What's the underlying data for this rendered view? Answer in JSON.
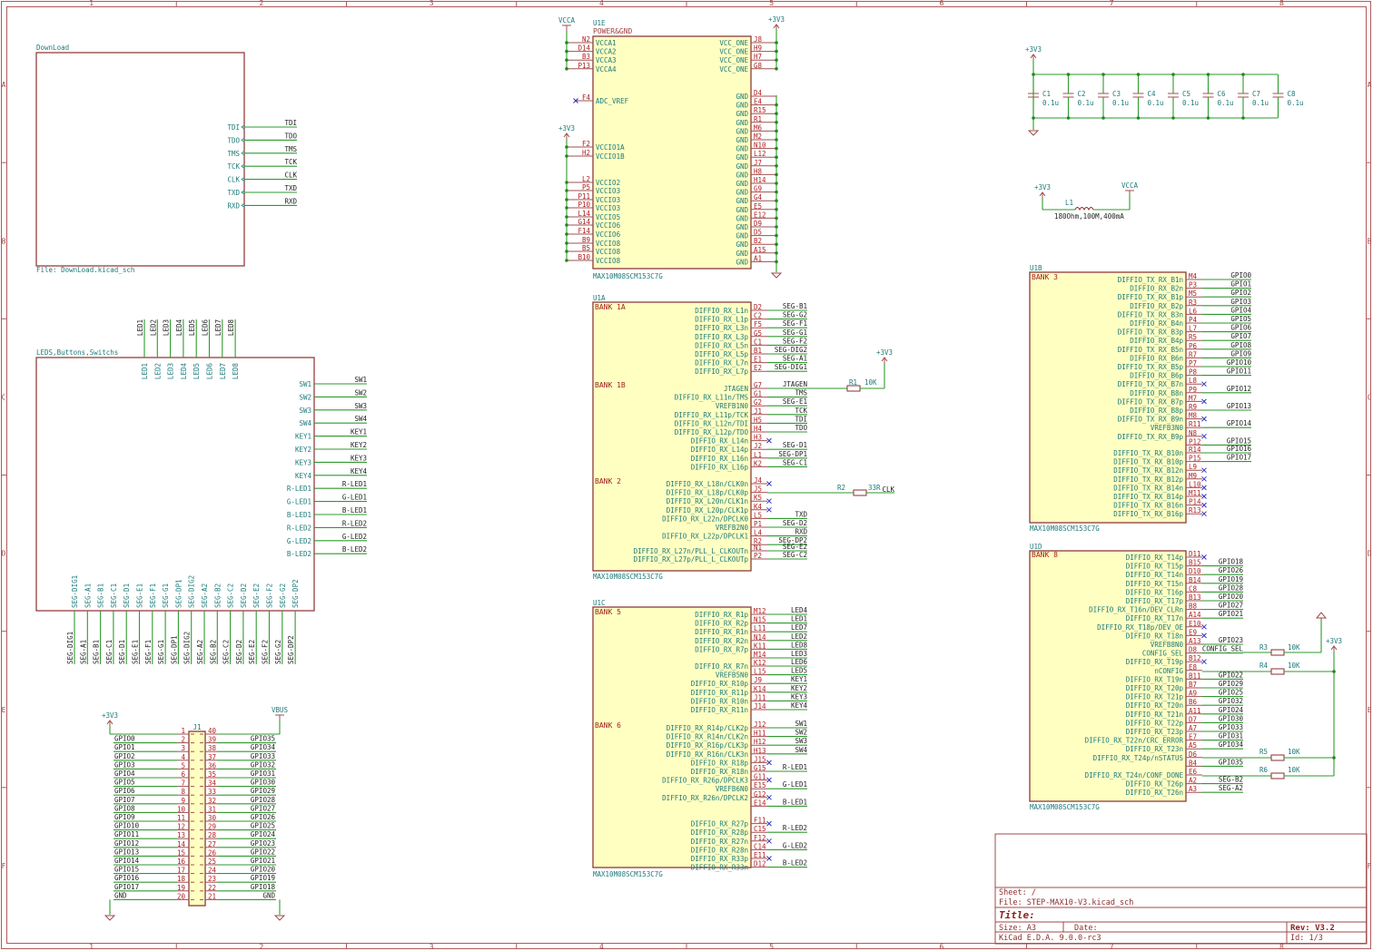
{
  "frame": {
    "columns": [
      "1",
      "2",
      "3",
      "4",
      "5",
      "6",
      "7",
      "8"
    ],
    "rows": [
      "A",
      "B",
      "C",
      "D",
      "E",
      "F"
    ]
  },
  "download_sheet": {
    "name": "DownLoad",
    "file": "File: DownLoad.kicad_sch",
    "pins": [
      "TDI",
      "TDO",
      "TMS",
      "TCK",
      "CLK",
      "TXD",
      "RXD"
    ],
    "nets": [
      "TDI",
      "TDO",
      "TMS",
      "TCK",
      "CLK",
      "TXD",
      "RXD"
    ]
  },
  "leds_sheet": {
    "name": "LEDS,Buttons,Switchs",
    "top_pins": [
      "LED1",
      "LED2",
      "LED3",
      "LED4",
      "LED5",
      "LED6",
      "LED7",
      "LED8"
    ],
    "right_pins": [
      "SW1",
      "SW2",
      "SW3",
      "SW4",
      "KEY1",
      "KEY2",
      "KEY3",
      "KEY4",
      "R-LED1",
      "G-LED1",
      "B-LED1",
      "R-LED2",
      "G-LED2",
      "B-LED2"
    ],
    "bottom_pins": [
      "SEG-DIG1",
      "SEG-A1",
      "SEG-B1",
      "SEG-C1",
      "SEG-D1",
      "SEG-E1",
      "SEG-F1",
      "SEG-G1",
      "SEG-DP1",
      "SEG-DIG2",
      "SEG-A2",
      "SEG-B2",
      "SEG-C2",
      "SEG-D2",
      "SEG-E2",
      "SEG-F2",
      "SEG-G2",
      "SEG-DP2"
    ]
  },
  "u1e": {
    "ref": "U1E",
    "name": "POWER&GND",
    "part": "MAX10M08SCM153C7G",
    "vcca_label": "VCCA",
    "v33_label": "+3V3",
    "left_top": [
      [
        "N2",
        "VCCA1"
      ],
      [
        "D14",
        "VCCA2"
      ],
      [
        "B3",
        "VCCA3"
      ],
      [
        "P13",
        "VCCA4"
      ]
    ],
    "adc": [
      "F4",
      "ADC_VREF"
    ],
    "vccio_label": "+3V3",
    "left_io": [
      [
        "F2",
        "VCCIO1A"
      ],
      [
        "H2",
        "VCCIO1B"
      ],
      [
        "L2",
        "VCCIO2"
      ],
      [
        "P5",
        "VCCIO3"
      ],
      [
        "P11",
        "VCCIO3"
      ],
      [
        "P10",
        "VCCIO3"
      ],
      [
        "L14",
        "VCCIO5"
      ],
      [
        "G14",
        "VCCIO6"
      ],
      [
        "F14",
        "VCCIO6"
      ],
      [
        "B9",
        "VCCIO8"
      ],
      [
        "B5",
        "VCCIO8"
      ],
      [
        "B10",
        "VCCIO8"
      ]
    ],
    "right_top": [
      [
        "J8",
        "VCC_ONE"
      ],
      [
        "H9",
        "VCC_ONE"
      ],
      [
        "H7",
        "VCC_ONE"
      ],
      [
        "G8",
        "VCC_ONE"
      ]
    ],
    "right_gnd": [
      [
        "D4",
        "GND"
      ],
      [
        "E4",
        "GND"
      ],
      [
        "R15",
        "GND"
      ],
      [
        "R1",
        "GND"
      ],
      [
        "M6",
        "GND"
      ],
      [
        "M2",
        "GND"
      ],
      [
        "N10",
        "GND"
      ],
      [
        "L12",
        "GND"
      ],
      [
        "J7",
        "GND"
      ],
      [
        "H8",
        "GND"
      ],
      [
        "H14",
        "GND"
      ],
      [
        "G9",
        "GND"
      ],
      [
        "G4",
        "GND"
      ],
      [
        "E5",
        "GND"
      ],
      [
        "E12",
        "GND"
      ],
      [
        "D9",
        "GND"
      ],
      [
        "D5",
        "GND"
      ],
      [
        "B2",
        "GND"
      ],
      [
        "A15",
        "GND"
      ],
      [
        "A1",
        "GND"
      ]
    ]
  },
  "u1a": {
    "ref": "U1A",
    "part": "MAX10M08SCM153C7G",
    "banks": [
      "BANK 1A",
      "BANK 1B",
      "BANK 2"
    ],
    "pins": [
      {
        "num": "D2",
        "name": "DIFFIO_RX_L1n",
        "net": "SEG-B1"
      },
      {
        "num": "C2",
        "name": "DIFFIO_RX_L1p",
        "net": "SEG-G2"
      },
      {
        "num": "F5",
        "name": "DIFFIO_RX_L3n",
        "net": "SEG-F1"
      },
      {
        "num": "G5",
        "name": "DIFFIO_RX_L3p",
        "net": "SEG-G1"
      },
      {
        "num": "C1",
        "name": "DIFFIO_RX_L5n",
        "net": "SEG-F2"
      },
      {
        "num": "B1",
        "name": "DIFFIO_RX_L5p",
        "net": "SEG-DIG2"
      },
      {
        "num": "E1",
        "name": "DIFFIO_RX_L7n",
        "net": "SEG-A1"
      },
      {
        "num": "E2",
        "name": "DIFFIO_RX_L7p",
        "net": "SEG-DIG1"
      },
      {
        "num": "G7",
        "name": "JTAGEN",
        "net": "JTAGEN"
      },
      {
        "num": "G1",
        "name": "DIFFIO_RX_L11n/TMS",
        "net": "TMS"
      },
      {
        "num": "G2",
        "name": "VREFB1N0",
        "net": "SEG-E1"
      },
      {
        "num": "J1",
        "name": "DIFFIO_RX_L11p/TCK",
        "net": "TCK"
      },
      {
        "num": "H5",
        "name": "DIFFIO_RX_L12n/TDI",
        "net": "TDI"
      },
      {
        "num": "H4",
        "name": "DIFFIO_RX_L12p/TDO",
        "net": "TDO"
      },
      {
        "num": "H3",
        "name": "DIFFIO_RX_L14n",
        "net": "",
        "nc": true
      },
      {
        "num": "J2",
        "name": "DIFFIO_RX_L14p",
        "net": "SEG-D1"
      },
      {
        "num": "L1",
        "name": "DIFFIO_RX_L16n",
        "net": "SEG-DP1"
      },
      {
        "num": "K2",
        "name": "DIFFIO_RX_L16p",
        "net": "SEG-C1"
      },
      {
        "num": "J4",
        "name": "DIFFIO_RX_L18n/CLK0n",
        "net": "",
        "nc": true
      },
      {
        "num": "J5",
        "name": "DIFFIO_RX_L18p/CLK0p",
        "net": ""
      },
      {
        "num": "K5",
        "name": "DIFFIO_RX_L20n/CLK1n",
        "net": "",
        "nc": true
      },
      {
        "num": "K4",
        "name": "DIFFIO_RX_L20p/CLK1p",
        "net": "",
        "nc": true
      },
      {
        "num": "L5",
        "name": "DIFFIO_RX_L22n/DPCLK0",
        "net": "TXD"
      },
      {
        "num": "P1",
        "name": "VREFB2N0",
        "net": "SEG-D2"
      },
      {
        "num": "L4",
        "name": "DIFFIO_RX_L22p/DPCLK1",
        "net": "RXD"
      },
      {
        "num": "R2",
        "name": "",
        "net": "SEG-DP2"
      },
      {
        "num": "N1",
        "name": "DIFFIO_RX_L27n/PLL_L_CLKOUTn",
        "net": "SEG-E2"
      },
      {
        "num": "P2",
        "name": "DIFFIO_RX_L27p/PLL_L_CLKOUTp",
        "net": "SEG-C2"
      }
    ],
    "r1": {
      "ref": "R1",
      "value": "10K",
      "supply": "+3V3"
    },
    "r2": {
      "ref": "R2",
      "value": "33R",
      "net": "CLK"
    }
  },
  "u1c": {
    "ref": "U1C",
    "part": "MAX10M08SCM153C7G",
    "banks": [
      "BANK 5",
      "BANK 6"
    ],
    "pins": [
      {
        "num": "M12",
        "name": "DIFFIO_RX_R1p",
        "net": "LED4"
      },
      {
        "num": "N15",
        "name": "DIFFIO_RX_R2p",
        "net": "LED1"
      },
      {
        "num": "L11",
        "name": "DIFFIO_RX_R1n",
        "net": "LED7"
      },
      {
        "num": "N14",
        "name": "DIFFIO_RX_R2n",
        "net": "LED2"
      },
      {
        "num": "K11",
        "name": "DIFFIO_RX_R7p",
        "net": "LED8"
      },
      {
        "num": "M14",
        "name": "",
        "net": "LED3"
      },
      {
        "num": "K12",
        "name": "DIFFIO_RX_R7n",
        "net": "LED6"
      },
      {
        "num": "L15",
        "name": "VREFB5N0",
        "net": "LED5"
      },
      {
        "num": "J9",
        "name": "DIFFIO_RX_R10p",
        "net": "KEY1"
      },
      {
        "num": "K14",
        "name": "DIFFIO_RX_R11p",
        "net": "KEY2"
      },
      {
        "num": "J11",
        "name": "DIFFIO_RX_R10n",
        "net": "KEY3"
      },
      {
        "num": "J14",
        "name": "DIFFIO_RX_R11n",
        "net": "KEY4"
      },
      {
        "num": "J12",
        "name": "DIFFIO_RX_R14p/CLK2p",
        "net": "SW1"
      },
      {
        "num": "H11",
        "name": "DIFFIO_RX_R14n/CLK2n",
        "net": "SW2"
      },
      {
        "num": "H12",
        "name": "DIFFIO_RX_R16p/CLK3p",
        "net": "SW3"
      },
      {
        "num": "H13",
        "name": "DIFFIO_RX_R16n/CLK3n",
        "net": "SW4"
      },
      {
        "num": "J15",
        "name": "DIFFIO_RX_R18p",
        "net": "",
        "nc": true
      },
      {
        "num": "G15",
        "name": "DIFFIO_RX_R18n",
        "net": "R-LED1"
      },
      {
        "num": "G11",
        "name": "DIFFIO_RX_R26p/DPCLK3",
        "net": "",
        "nc": true
      },
      {
        "num": "E15",
        "name": "VREFB6N0",
        "net": "G-LED1"
      },
      {
        "num": "G12",
        "name": "DIFFIO_RX_R26n/DPCLK2",
        "net": "",
        "nc": true
      },
      {
        "num": "E14",
        "name": "",
        "net": "B-LED1"
      },
      {
        "num": "F11",
        "name": "DIFFIO_RX_R27p",
        "net": "",
        "nc": true
      },
      {
        "num": "C15",
        "name": "DIFFIO_RX_R28p",
        "net": "R-LED2"
      },
      {
        "num": "F12",
        "name": "DIFFIO_RX_R27n",
        "net": "",
        "nc": true
      },
      {
        "num": "C14",
        "name": "DIFFIO_RX_R28n",
        "net": "G-LED2"
      },
      {
        "num": "E11",
        "name": "DIFFIO_RX_R33p",
        "net": "",
        "nc": true
      },
      {
        "num": "D12",
        "name": "DIFFIO_RX_R33n",
        "net": "B-LED2"
      }
    ]
  },
  "u1b": {
    "ref": "U1B",
    "part": "MAX10M08SCM153C7G",
    "bank": "BANK 3",
    "pins": [
      {
        "num": "M4",
        "name": "DIFFIO_TX_RX_B1n",
        "net": "GPIO0"
      },
      {
        "num": "P3",
        "name": "DIFFIO_RX_B2n",
        "net": "GPIO1"
      },
      {
        "num": "M5",
        "name": "DIFFIO_TX_RX_B1p",
        "net": "GPIO2"
      },
      {
        "num": "R3",
        "name": "DIFFIO_RX_B2p",
        "net": "GPIO3"
      },
      {
        "num": "L6",
        "name": "DIFFIO_TX_RX_B3n",
        "net": "GPIO4"
      },
      {
        "num": "P4",
        "name": "DIFFIO_RX_B4n",
        "net": "GPIO5"
      },
      {
        "num": "L7",
        "name": "DIFFIO_TX_RX_B3p",
        "net": "GPIO6"
      },
      {
        "num": "R5",
        "name": "DIFFIO_RX_B4p",
        "net": "GPIO7"
      },
      {
        "num": "P6",
        "name": "DIFFIO_TX_RX_B5n",
        "net": "GPIO8"
      },
      {
        "num": "R7",
        "name": "DIFFIO_RX_B6n",
        "net": "GPIO9"
      },
      {
        "num": "P7",
        "name": "DIFFIO_TX_RX_B5p",
        "net": "GPIO10"
      },
      {
        "num": "P8",
        "name": "DIFFIO_RX_B6p",
        "net": "GPIO11"
      },
      {
        "num": "L8",
        "name": "DIFFIO_TX_RX_B7n",
        "net": "",
        "nc": true
      },
      {
        "num": "P9",
        "name": "DIFFIO_RX_B8n",
        "net": "GPIO12"
      },
      {
        "num": "M7",
        "name": "DIFFIO_TX_RX_B7p",
        "net": "",
        "nc": true
      },
      {
        "num": "R9",
        "name": "DIFFIO_RX_B8p",
        "net": "GPIO13"
      },
      {
        "num": "M8",
        "name": "DIFFIO_TX_RX_B9n",
        "net": "",
        "nc": true
      },
      {
        "num": "R11",
        "name": "VREFB3N0",
        "net": "GPIO14"
      },
      {
        "num": "N8",
        "name": "DIFFIO_TX_RX_B9p",
        "net": "",
        "nc": true
      },
      {
        "num": "P12",
        "name": "",
        "net": "GPIO15"
      },
      {
        "num": "R14",
        "name": "DIFFIO_TX_RX_B10n",
        "net": "GPIO16"
      },
      {
        "num": "P15",
        "name": "DIFFIO_TX_RX_B10p",
        "net": "GPIO17"
      },
      {
        "num": "L9",
        "name": "DIFFIO_TX_RX_B12n",
        "net": "",
        "nc": true
      },
      {
        "num": "M9",
        "name": "DIFFIO_TX_RX_B12p",
        "net": "",
        "nc": true
      },
      {
        "num": "L10",
        "name": "DIFFIO_TX_RX_B14n",
        "net": "",
        "nc": true
      },
      {
        "num": "M11",
        "name": "DIFFIO_TX_RX_B14p",
        "net": "",
        "nc": true
      },
      {
        "num": "P14",
        "name": "DIFFIO_TX_RX_B16n",
        "net": "",
        "nc": true
      },
      {
        "num": "R13",
        "name": "DIFFIO_TX_RX_B16p",
        "net": "",
        "nc": true
      }
    ]
  },
  "u1d": {
    "ref": "U1D",
    "part": "MAX10M08SCM153C7G",
    "bank": "BANK 8",
    "pins": [
      {
        "num": "D11",
        "name": "DIFFIO_RX_T14p",
        "net": "",
        "nc": true
      },
      {
        "num": "B15",
        "name": "DIFFIO_RX_T15p",
        "net": "GPIO18"
      },
      {
        "num": "D10",
        "name": "DIFFIO_RX_T14n",
        "net": "GPIO26"
      },
      {
        "num": "B14",
        "name": "DIFFIO_RX_T15n",
        "net": "GPIO19"
      },
      {
        "num": "C8",
        "name": "DIFFIO_RX_T16p",
        "net": "GPIO28"
      },
      {
        "num": "B13",
        "name": "DIFFIO_RX_T17p",
        "net": "GPIO20"
      },
      {
        "num": "B8",
        "name": "DIFFIO_RX_T16n/DEV_CLRn",
        "net": "GPIO27"
      },
      {
        "num": "A14",
        "name": "DIFFIO_RX_T17n",
        "net": "GPIO21"
      },
      {
        "num": "E10",
        "name": "DIFFIO_RX_T18p/DEV_OE",
        "net": "",
        "nc": true
      },
      {
        "num": "E9",
        "name": "DIFFIO_RX_T18n",
        "net": "",
        "nc": true
      },
      {
        "num": "A13",
        "name": "VREFB8N0",
        "net": "GPIO23"
      },
      {
        "num": "D8",
        "name": "CONFIG_SEL",
        "net": "CONFIG_SEL"
      },
      {
        "num": "B12",
        "name": "DIFFIO_RX_T19p",
        "net": "",
        "nc": true
      },
      {
        "num": "E8",
        "name": "nCONFIG",
        "net": ""
      },
      {
        "num": "B11",
        "name": "DIFFIO_RX_T19n",
        "net": "GPIO22"
      },
      {
        "num": "B7",
        "name": "DIFFIO_RX_T20p",
        "net": "GPIO29"
      },
      {
        "num": "A9",
        "name": "DIFFIO_RX_T21p",
        "net": "GPIO25"
      },
      {
        "num": "B6",
        "name": "DIFFIO_RX_T20n",
        "net": "GPIO32"
      },
      {
        "num": "A11",
        "name": "DIFFIO_RX_T21n",
        "net": "GPIO24"
      },
      {
        "num": "D7",
        "name": "DIFFIO_RX_T22p",
        "net": "GPIO30"
      },
      {
        "num": "A7",
        "name": "DIFFIO_RX_T23p",
        "net": "GPIO33"
      },
      {
        "num": "E7",
        "name": "DIFFIO_RX_T22n/CRC_ERROR",
        "net": "GPIO31"
      },
      {
        "num": "A5",
        "name": "DIFFIO_RX_T23n",
        "net": "GPIO34"
      },
      {
        "num": "D6",
        "name": "DIFFIO_RX_T24p/nSTATUS",
        "net": ""
      },
      {
        "num": "B4",
        "name": "",
        "net": "GPIO35"
      },
      {
        "num": "E6",
        "name": "DIFFIO_RX_T24n/CONF_DONE",
        "net": ""
      },
      {
        "num": "A2",
        "name": "DIFFIO_RX_T26p",
        "net": "SEG-B2"
      },
      {
        "num": "A3",
        "name": "DIFFIO_RX_T26n",
        "net": "SEG-A2"
      }
    ],
    "resistors": [
      {
        "ref": "R3",
        "value": "10K"
      },
      {
        "ref": "R4",
        "value": "10K"
      },
      {
        "ref": "R5",
        "value": "10K"
      },
      {
        "ref": "R6",
        "value": "10K"
      }
    ],
    "supply": "+3V3"
  },
  "decoupling": {
    "supply": "+3V3",
    "caps": [
      {
        "ref": "C1",
        "value": "0.1u"
      },
      {
        "ref": "C2",
        "value": "0.1u"
      },
      {
        "ref": "C3",
        "value": "0.1u"
      },
      {
        "ref": "C4",
        "value": "0.1u"
      },
      {
        "ref": "C5",
        "value": "0.1u"
      },
      {
        "ref": "C6",
        "value": "0.1u"
      },
      {
        "ref": "C7",
        "value": "0.1u"
      },
      {
        "ref": "C8",
        "value": "0.1u"
      }
    ]
  },
  "inductor": {
    "ref": "L1",
    "value": "180Ohm,100M,400mA",
    "from": "+3V3",
    "to": "VCCA"
  },
  "j1": {
    "ref": "J1",
    "left_supply": "+3V3",
    "right_supply": "VBUS",
    "left": [
      {
        "num": "1",
        "net": ""
      },
      {
        "num": "2",
        "net": "GPIO0"
      },
      {
        "num": "3",
        "net": "GPIO1"
      },
      {
        "num": "4",
        "net": "GPIO2"
      },
      {
        "num": "5",
        "net": "GPIO3"
      },
      {
        "num": "6",
        "net": "GPIO4"
      },
      {
        "num": "7",
        "net": "GPIO5"
      },
      {
        "num": "8",
        "net": "GPIO6"
      },
      {
        "num": "9",
        "net": "GPIO7"
      },
      {
        "num": "10",
        "net": "GPIO8"
      },
      {
        "num": "11",
        "net": "GPIO9"
      },
      {
        "num": "12",
        "net": "GPIO10"
      },
      {
        "num": "13",
        "net": "GPIO11"
      },
      {
        "num": "14",
        "net": "GPIO12"
      },
      {
        "num": "15",
        "net": "GPIO13"
      },
      {
        "num": "16",
        "net": "GPIO14"
      },
      {
        "num": "17",
        "net": "GPIO15"
      },
      {
        "num": "18",
        "net": "GPIO16"
      },
      {
        "num": "19",
        "net": "GPIO17"
      },
      {
        "num": "20",
        "net": "GND"
      }
    ],
    "right": [
      {
        "num": "40",
        "net": ""
      },
      {
        "num": "39",
        "net": "GPIO35"
      },
      {
        "num": "38",
        "net": "GPIO34"
      },
      {
        "num": "37",
        "net": "GPIO33"
      },
      {
        "num": "36",
        "net": "GPIO32"
      },
      {
        "num": "35",
        "net": "GPIO31"
      },
      {
        "num": "34",
        "net": "GPIO30"
      },
      {
        "num": "33",
        "net": "GPIO29"
      },
      {
        "num": "32",
        "net": "GPIO28"
      },
      {
        "num": "31",
        "net": "GPIO27"
      },
      {
        "num": "30",
        "net": "GPIO26"
      },
      {
        "num": "29",
        "net": "GPIO25"
      },
      {
        "num": "28",
        "net": "GPIO24"
      },
      {
        "num": "27",
        "net": "GPIO23"
      },
      {
        "num": "26",
        "net": "GPIO22"
      },
      {
        "num": "25",
        "net": "GPIO21"
      },
      {
        "num": "24",
        "net": "GPIO20"
      },
      {
        "num": "23",
        "net": "GPIO19"
      },
      {
        "num": "22",
        "net": "GPIO18"
      },
      {
        "num": "21",
        "net": "GND"
      }
    ]
  },
  "title_block": {
    "sheet": "Sheet: /",
    "file": "File: STEP-MAX10-V3.kicad_sch",
    "title": "Title:",
    "size": "Size: A3",
    "date": "Date:",
    "rev": "Rev: V3.2",
    "tool": "KiCad E.D.A. 9.0.0-rc3",
    "id": "Id: 1/3"
  }
}
